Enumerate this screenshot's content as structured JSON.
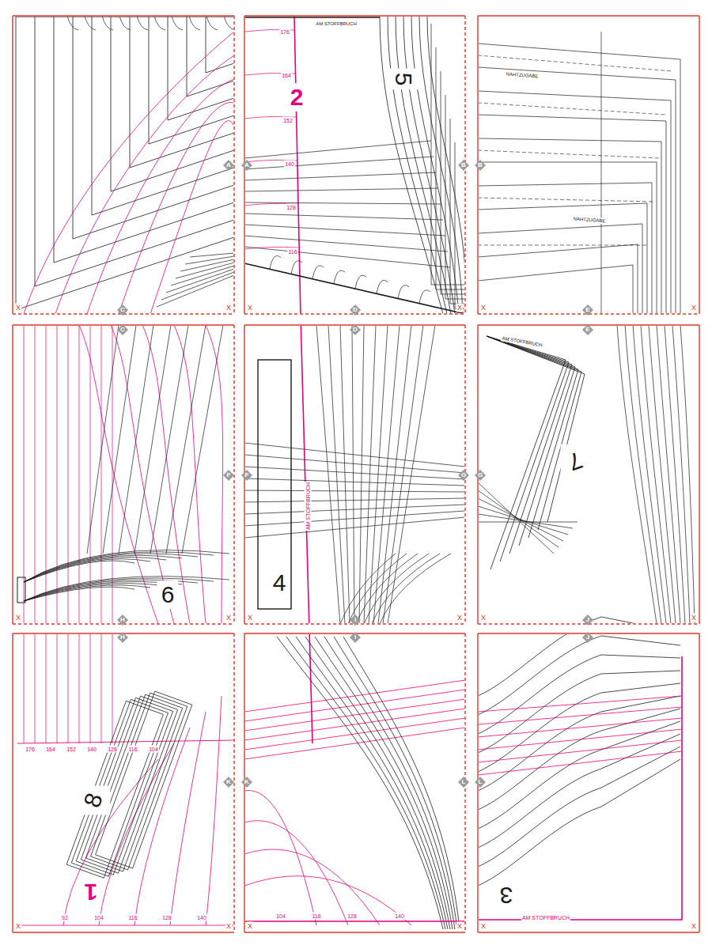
{
  "diagram": {
    "labels": [
      "1",
      "2",
      "3",
      "4",
      "5",
      "6",
      "7",
      "8",
      "A",
      "A",
      "B",
      "B",
      "C",
      "C",
      "D",
      "D",
      "E",
      "E",
      "F",
      "F",
      "G",
      "G",
      "H",
      "H",
      "I",
      "I",
      "J",
      "J",
      "K",
      "K",
      "L",
      "L",
      "X",
      "X",
      "X",
      "X",
      "X",
      "X",
      "X",
      "X",
      "X",
      "X",
      "X",
      "X",
      "X",
      "X",
      "X",
      "X",
      "X",
      "X",
      "176",
      "164",
      "152",
      "140",
      "128",
      "116",
      "176",
      "164",
      "152",
      "140",
      "128",
      "116",
      "104",
      "92",
      "104",
      "116",
      "128",
      "140",
      "104",
      "116",
      "128",
      "140",
      "AM STOFFBRUCH",
      "AM STOFFBRUCH",
      "AM STOFFBRUCH",
      "NAHTZUGABE",
      "NAHTZUGABE",
      "AM STOFFBRUCH"
    ]
  }
}
